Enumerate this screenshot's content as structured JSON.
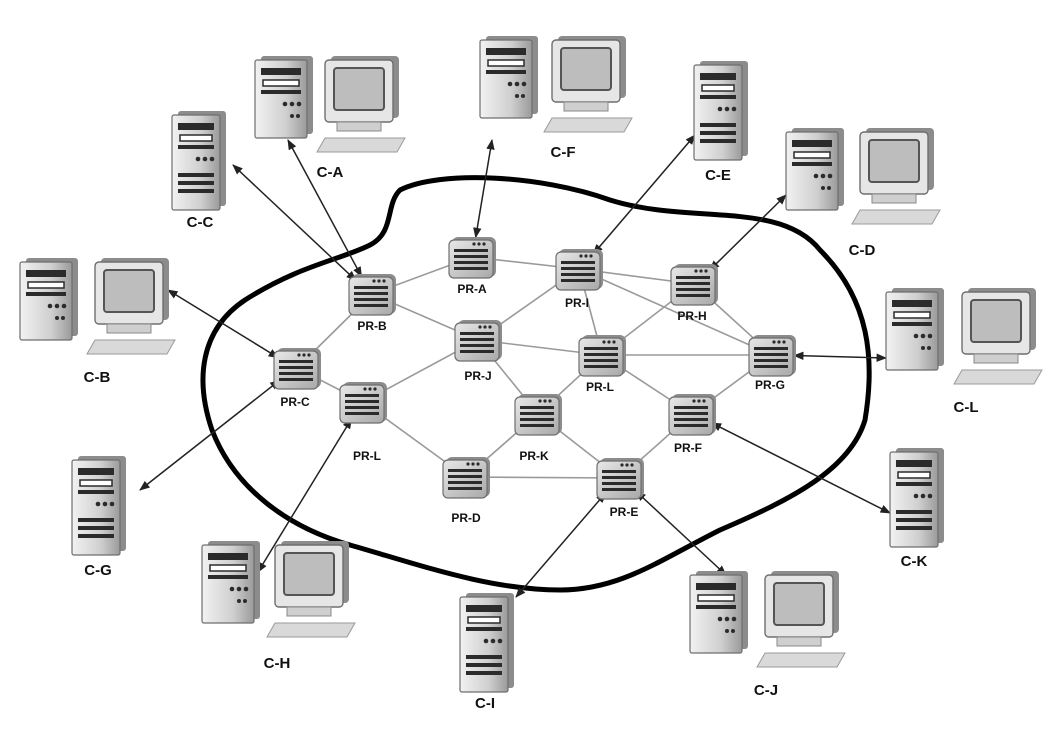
{
  "colors": {
    "boundary": "#000000",
    "link": "#9a9a9a",
    "access": "#222222",
    "device_dark": "#2b2b2b",
    "device_mid": "#8c8c8c",
    "device_light": "#d6d6d6",
    "screen": "#bdbdbd"
  },
  "routers": [
    {
      "id": "PR-A",
      "label": "PR-A"
    },
    {
      "id": "PR-B",
      "label": "PR-B"
    },
    {
      "id": "PR-C",
      "label": "PR-C"
    },
    {
      "id": "PR-D",
      "label": "PR-D"
    },
    {
      "id": "PR-E",
      "label": "PR-E"
    },
    {
      "id": "PR-F",
      "label": "PR-F"
    },
    {
      "id": "PR-G",
      "label": "PR-G"
    },
    {
      "id": "PR-H",
      "label": "PR-H"
    },
    {
      "id": "PR-I",
      "label": "PR-I"
    },
    {
      "id": "PR-J",
      "label": "PR-J"
    },
    {
      "id": "PR-K",
      "label": "PR-K"
    },
    {
      "id": "PR-L1",
      "label": "PR-L"
    },
    {
      "id": "PR-L2",
      "label": "PR-L"
    }
  ],
  "clients": [
    {
      "id": "C-A",
      "label": "C-A",
      "monitor": true
    },
    {
      "id": "C-B",
      "label": "C-B",
      "monitor": true
    },
    {
      "id": "C-C",
      "label": "C-C",
      "monitor": false
    },
    {
      "id": "C-D",
      "label": "C-D",
      "monitor": true
    },
    {
      "id": "C-E",
      "label": "C-E",
      "monitor": false
    },
    {
      "id": "C-F",
      "label": "C-F",
      "monitor": true
    },
    {
      "id": "C-G",
      "label": "C-G",
      "monitor": false
    },
    {
      "id": "C-H",
      "label": "C-H",
      "monitor": true
    },
    {
      "id": "C-I",
      "label": "C-I",
      "monitor": false
    },
    {
      "id": "C-J",
      "label": "C-J",
      "monitor": true
    },
    {
      "id": "C-K",
      "label": "C-K",
      "monitor": false
    },
    {
      "id": "C-L",
      "label": "C-L",
      "monitor": true
    }
  ],
  "router_links": [
    [
      "PR-B",
      "PR-A"
    ],
    [
      "PR-B",
      "PR-C"
    ],
    [
      "PR-B",
      "PR-J"
    ],
    [
      "PR-A",
      "PR-I"
    ],
    [
      "PR-I",
      "PR-H"
    ],
    [
      "PR-I",
      "PR-J"
    ],
    [
      "PR-I",
      "PR-L2"
    ],
    [
      "PR-I",
      "PR-G"
    ],
    [
      "PR-J",
      "PR-L2"
    ],
    [
      "PR-J",
      "PR-K"
    ],
    [
      "PR-J",
      "PR-L1"
    ],
    [
      "PR-H",
      "PR-L2"
    ],
    [
      "PR-H",
      "PR-G"
    ],
    [
      "PR-L2",
      "PR-G"
    ],
    [
      "PR-L2",
      "PR-K"
    ],
    [
      "PR-L2",
      "PR-F"
    ],
    [
      "PR-C",
      "PR-L1"
    ],
    [
      "PR-L1",
      "PR-D"
    ],
    [
      "PR-K",
      "PR-D"
    ],
    [
      "PR-K",
      "PR-E"
    ],
    [
      "PR-D",
      "PR-E"
    ],
    [
      "PR-E",
      "PR-F"
    ],
    [
      "PR-F",
      "PR-G"
    ]
  ],
  "access_links": [
    [
      "C-A",
      "PR-B"
    ],
    [
      "C-C",
      "PR-B"
    ],
    [
      "C-F",
      "PR-A"
    ],
    [
      "C-E",
      "PR-I"
    ],
    [
      "C-D",
      "PR-H"
    ],
    [
      "C-L",
      "PR-G"
    ],
    [
      "C-K",
      "PR-F"
    ],
    [
      "C-J",
      "PR-E"
    ],
    [
      "C-I",
      "PR-E"
    ],
    [
      "C-H",
      "PR-L1"
    ],
    [
      "C-G",
      "PR-C"
    ],
    [
      "C-B",
      "PR-C"
    ]
  ]
}
